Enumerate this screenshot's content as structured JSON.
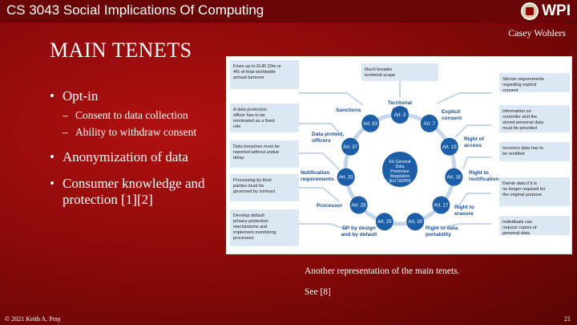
{
  "header": {
    "course_title": "CS 3043 Social Implications Of Computing",
    "logo_text": "WPI",
    "author": "Casey Wohlers"
  },
  "slide": {
    "title": "MAIN TENETS",
    "bullets": [
      {
        "text": "Opt-in",
        "sub": [
          "Consent to data collection",
          "Ability to withdraw consent"
        ]
      },
      {
        "text": "Anonymization of data",
        "sub": []
      },
      {
        "text": "Consumer knowledge and protection [1][2]",
        "sub": []
      }
    ],
    "caption": "Another representation of the main tenets.",
    "see": "See [8]"
  },
  "figure": {
    "center": "EU General Data Protection Regulation (EU GDPR)",
    "nodes": [
      "Art. 3",
      "Art. 7",
      "Art. 15",
      "Art. 16",
      "Art. 17",
      "Art. 20",
      "Art. 25",
      "Art. 28",
      "Art. 33",
      "Art. 37",
      "Art. 83"
    ],
    "labels": {
      "territorial": "Territorial scope",
      "explicit": "Explicit consent",
      "access": "Right of access",
      "rectification": "Right to rectification",
      "erasure": "Right to erasure",
      "portability": "Right to data portability",
      "dpdesign": "DP by design and by default",
      "processor": "Processor",
      "notification": "Notification requirements",
      "dpo": "Data protect. officers",
      "sanctions": "Sanctions"
    },
    "boxes": {
      "fines": "Fines up to EUR 20m or 4% of total worldwide annual turnover",
      "scope": "Much broader territorial scope",
      "stricter": "Stricter requirements regarding explicit consent",
      "dpo_box": "A data protection officer has to be nominated as a fixed role",
      "info": "Information on controller and the stored personal data must be provided",
      "breaches": "Data breaches must be reported without undue delay",
      "incorrect": "Incorrect data has to be rectified",
      "third": "Processing by third parties must be governed by contract",
      "delete": "Delete data if it is no longer required for the original purpose",
      "privacy": "Develop default privacy protection mechanisms and implement monitoring processes",
      "copies": "Individuals can request copies of personal data"
    },
    "colors": {
      "node": "#1c5ea8",
      "label": "#1c4f8f",
      "box": "#dbe7f3",
      "ring": "#c5d6e8"
    }
  },
  "footer": {
    "copyright": "© 2021 Keith A. Pray",
    "page": "21"
  }
}
